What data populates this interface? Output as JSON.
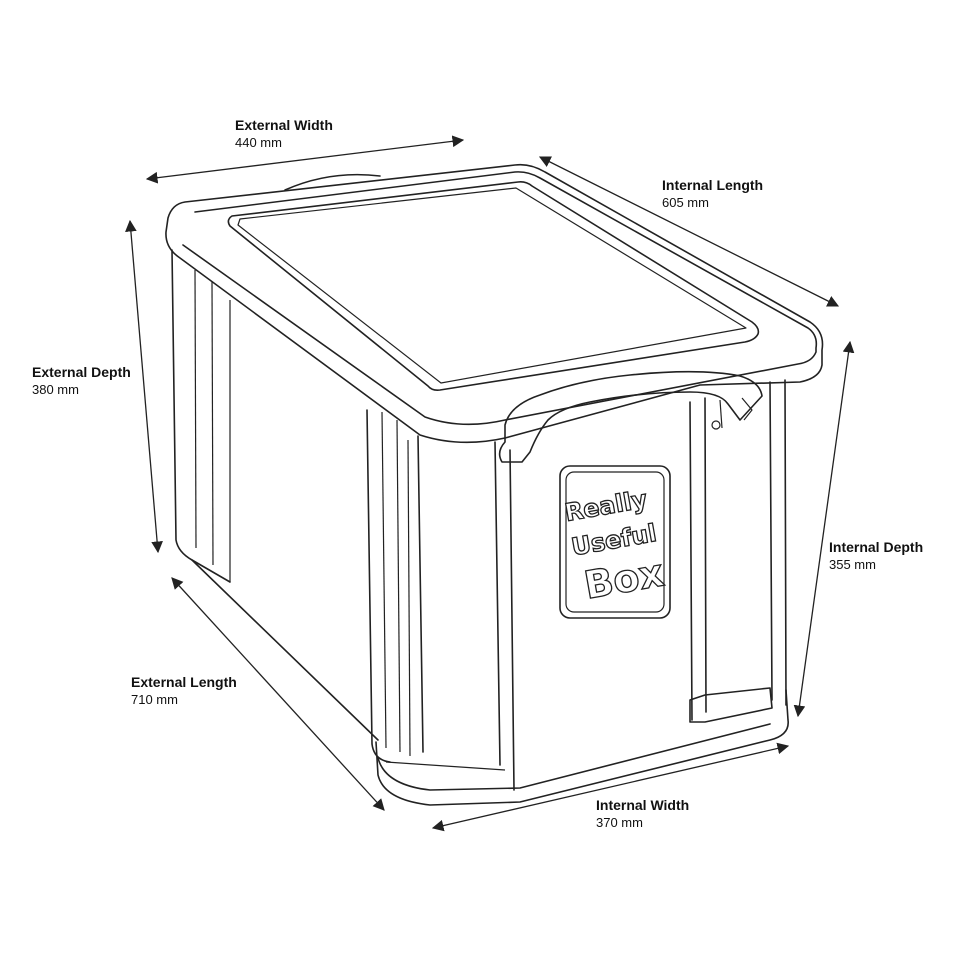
{
  "dimensions": {
    "external_width": {
      "label": "External Width",
      "value": "440 mm"
    },
    "internal_length": {
      "label": "Internal Length",
      "value": "605 mm"
    },
    "external_depth": {
      "label": "External Depth",
      "value": "380 mm"
    },
    "internal_depth": {
      "label": "Internal Depth",
      "value": "355 mm"
    },
    "external_length": {
      "label": "External Length",
      "value": "710 mm"
    },
    "internal_width": {
      "label": "Internal Width",
      "value": "370 mm"
    }
  },
  "logo": {
    "line1": "Really",
    "line2": "Useful",
    "line3": "Box"
  },
  "colors": {
    "line": "#222222",
    "background": "#ffffff"
  }
}
